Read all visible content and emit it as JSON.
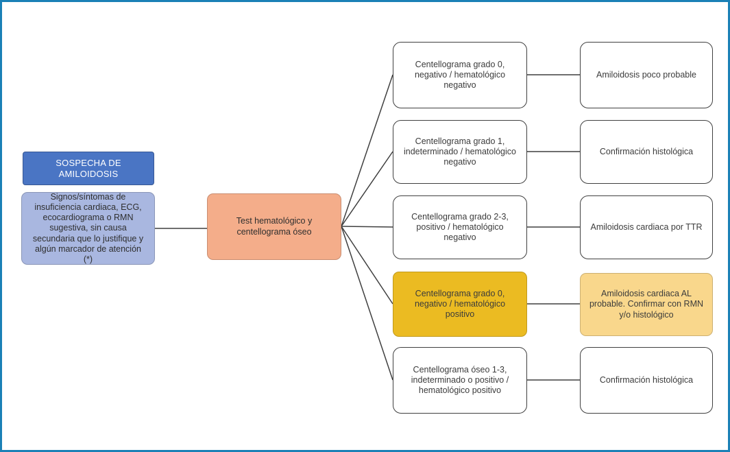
{
  "frame": {
    "border_color": "#1b80b6",
    "background": "#ffffff",
    "line_color": "#3f3f3f"
  },
  "diagram": {
    "suspicion": {
      "label": "SOSPECHA DE AMILOIDOSIS",
      "bg": "#4a75c4",
      "text_color": "#ffffff"
    },
    "criteria": {
      "label": "Signos/síntomas de insuficiencia cardiaca, ECG, ecocardiograma o RMN sugestiva, sin causa secundaria que lo justifique y algún marcador de atención (*)",
      "bg": "#a9b7e0",
      "text_color": "#2e2e2e"
    },
    "test": {
      "label": "Test hematológico y centellograma óseo",
      "bg": "#f4ad8a",
      "text_color": "#2e2e2e"
    },
    "rows": [
      {
        "result": "Centellograma grado 0, negativo / hematológico negativo",
        "result_bg": "#ffffff",
        "outcome": "Amiloidosis poco probable",
        "outcome_bg": "#ffffff"
      },
      {
        "result": "Centellograma grado 1, indeterminado / hematológico negativo",
        "result_bg": "#ffffff",
        "outcome": "Confirmación histológica",
        "outcome_bg": "#ffffff"
      },
      {
        "result": "Centellograma grado 2-3, positivo / hematológico negativo",
        "result_bg": "#ffffff",
        "outcome": "Amiloidosis cardiaca por TTR",
        "outcome_bg": "#ffffff"
      },
      {
        "result": "Centellograma grado 0, negativo / hematológico positivo",
        "result_bg": "#ebbb22",
        "outcome": "Amiloidosis cardiaca AL probable. Confirmar con RMN y/o histológico",
        "outcome_bg": "#f9d78c"
      },
      {
        "result": "Centellograma óseo 1-3, indeterminado o positivo / hematológico positivo",
        "result_bg": "#ffffff",
        "outcome": "Confirmación histológica",
        "outcome_bg": "#ffffff"
      }
    ]
  }
}
